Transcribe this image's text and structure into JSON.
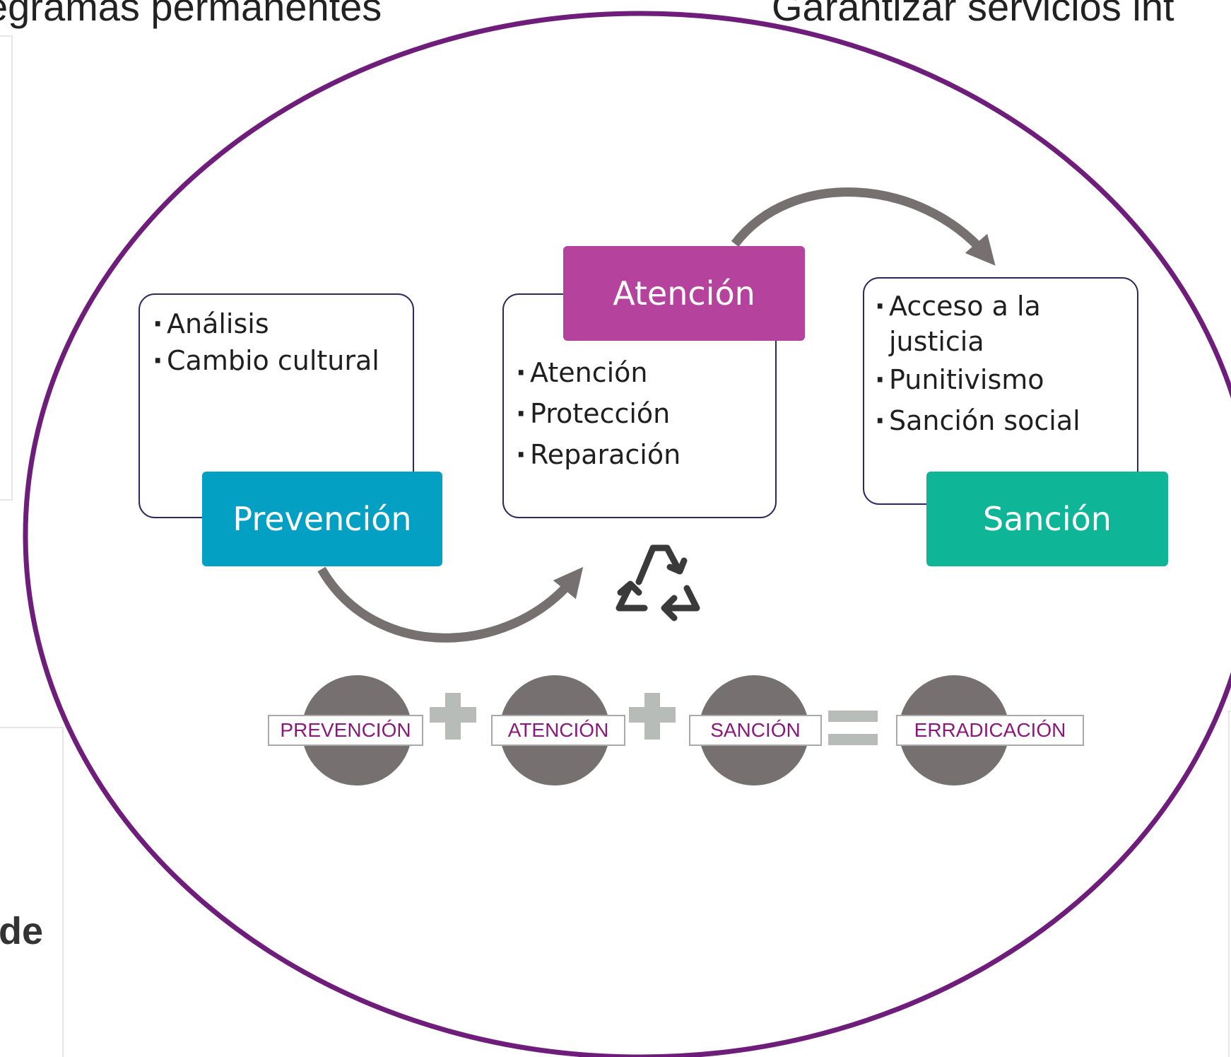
{
  "background_text": {
    "top_left": "egramas permanentes",
    "top_right": "Garantizar servicios int",
    "bottom_left": "de"
  },
  "diagram": {
    "prevencion": {
      "label": "Prevención",
      "items": [
        "Análisis",
        "Cambio cultural"
      ]
    },
    "atencion": {
      "label": "Atención",
      "items": [
        "Atención",
        "Protección",
        "Reparación"
      ]
    },
    "sancion": {
      "label": "Sanción",
      "items": [
        "Acceso a la justicia",
        "Punitivismo",
        "Sanción social"
      ]
    },
    "equation": {
      "term1": "PREVENCIÓN",
      "term2": "ATENCIÓN",
      "term3": "SANCIÓN",
      "result": "ERRADICACIÓN"
    }
  },
  "colors": {
    "ellipse_border": "#6e1d7a",
    "prevencion": "#03a0c3",
    "atencion": "#b5439e",
    "sancion": "#0fb597",
    "arrow": "#767070",
    "circle": "#777071",
    "operator": "#b8bcb9",
    "equation_text": "#8a1a7a"
  },
  "icons": [
    "recycle-icon",
    "curved-arrow-icon",
    "plus-icon",
    "equals-icon"
  ]
}
